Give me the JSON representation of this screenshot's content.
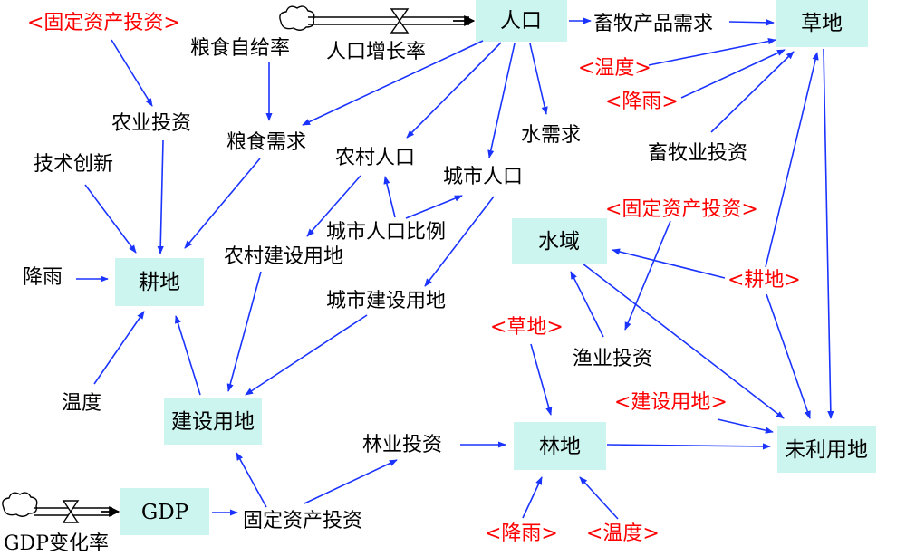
{
  "colors": {
    "stock_fill": "#ccf5ef",
    "arrow": "#1a33ff",
    "shadow_variable_text": "#ff0000",
    "text": "#000000",
    "flow": "#000000"
  },
  "stocks": {
    "population": "人口",
    "grassland": "草地",
    "farmland": "耕地",
    "water_area": "水域",
    "construction_land": "建设用地",
    "forest_land": "林地",
    "unused_land": "未利用地",
    "gdp": "GDP"
  },
  "flows": {
    "population_growth_rate": "人口增长率",
    "gdp_change_rate": "GDP变化率"
  },
  "variables": {
    "livestock_demand": "畜牧产品需求",
    "food_self_sufficiency": "粮食自给率",
    "agricultural_investment": "农业投资",
    "food_demand": "粮食需求",
    "water_demand": "水需求",
    "rural_population": "农村人口",
    "urban_population": "城市人口",
    "tech_innovation": "技术创新",
    "urban_population_ratio": "城市人口比例",
    "rural_construction_land": "农村建设用地",
    "urban_construction_land": "城市建设用地",
    "rainfall": "降雨",
    "temperature": "温度",
    "animal_husbandry_investment": "畜牧业投资",
    "fishery_investment": "渔业投资",
    "forestry_investment": "林业投资",
    "fixed_asset_investment": "固定资产投资"
  },
  "shadow_variables": {
    "fixed_asset_investment_top_left": "<固定资产投资>",
    "temperature_grassland": "<温度>",
    "rainfall_grassland": "<降雨>",
    "fixed_asset_investment_right": "<固定资产投资>",
    "farmland_right": "<耕地>",
    "grassland_center": "<草地>",
    "construction_land_right": "<建设用地>",
    "rainfall_forest": "<降雨>",
    "temperature_forest": "<温度>"
  }
}
